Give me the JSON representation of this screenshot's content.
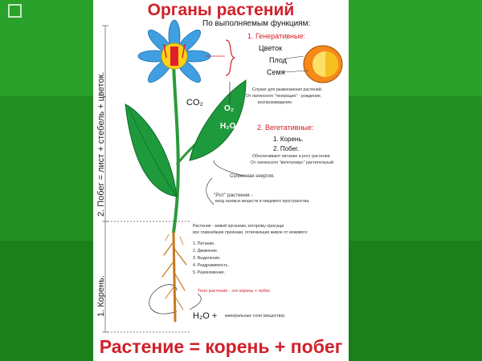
{
  "title": "Органы растений",
  "by_function": "По выполняемым функциям:",
  "generative": {
    "heading": "1. Генеративные:",
    "items": [
      "Цветок",
      "Плод",
      "Семя"
    ],
    "note": [
      "Служат для размножения растений.",
      "От латинского \"генерацио\" - рождение,",
      "воспроизведение."
    ]
  },
  "vegetative": {
    "heading": "2. Вегетативные:",
    "items": [
      "1. Корень.",
      "2. Побег."
    ],
    "note": [
      "Обеспечивают питание и рост растения.",
      "От латинского \"вегетативус\" растительный."
    ]
  },
  "co2": "CO₂",
  "o2": "O₂",
  "h2o_leaf": "H₂O",
  "solar": "Солнечная энергия.",
  "mouth": {
    "title": "\"Рот\" растения -",
    "desc": "вход газовых веществ и пищевого пространства."
  },
  "plant_def": {
    "intro": [
      "Растение - живой организм, которому присущи",
      "все главнейшие признаки, отличающие живое от неживого:"
    ],
    "items": [
      "1. Питание.",
      "2. Движение.",
      "3. Выделение.",
      "4. Раздражимость.",
      "5. Размножение."
    ]
  },
  "body_note": "Тело растения - это корень + побег.",
  "h2o_root": "H₂O +",
  "minerals": "минеральные соли (вещества).",
  "side_shoot": "2. Побег = лист + стебель + цветок.",
  "side_root": "1. Корень.",
  "bottom": "Растение = корень + побег",
  "colors": {
    "background": "#1f8f1f",
    "title_red": "#d0202a",
    "leaf_green": "#1e9a3c",
    "petal_blue": "#3f9fe0",
    "root_orange": "#c8781e"
  }
}
